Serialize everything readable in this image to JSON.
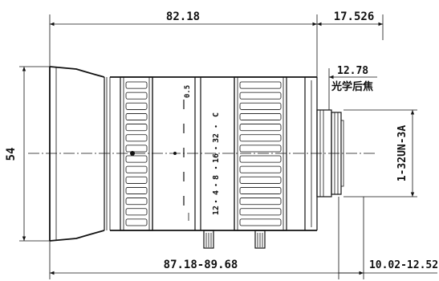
{
  "drawing": {
    "dimensions": {
      "overall_length": "82.18",
      "rear_length": "17.526",
      "back_focus_value": "12.78",
      "back_focus_label": "光学后焦",
      "diameter": "54",
      "mount_thread": "1-32UN-3A",
      "extended_length": "87.18-89.68",
      "flange_range": "10.02-12.52"
    },
    "focus_scale": {
      "labels": [
        "0.5",
        "12",
        "4",
        "8",
        "16",
        "32",
        "C"
      ]
    },
    "iris_scale": {
      "marks": 5
    }
  }
}
